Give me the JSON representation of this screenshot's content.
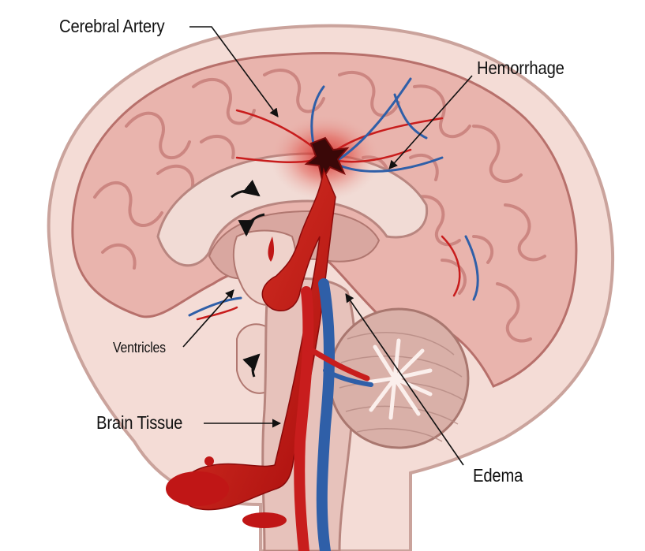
{
  "labels": {
    "cerebral_artery": "Cerebral Artery",
    "hemorrhage": "Hemorrhage",
    "ventricles": "Ventricles",
    "brain_tissue": "Brain Tissue",
    "edema": "Edema"
  },
  "colors": {
    "brain_tissue": "#e9b4ad",
    "brain_fold": "#c77f7a",
    "artery": "#c81d1d",
    "vein": "#2f5fa8",
    "blood": "#b71010",
    "ventricle": "#efd2cb",
    "skull_outline": "#caa39c"
  },
  "icons": [
    "curved-arrow-icon",
    "curved-arrow-icon",
    "curved-arrow-icon"
  ]
}
